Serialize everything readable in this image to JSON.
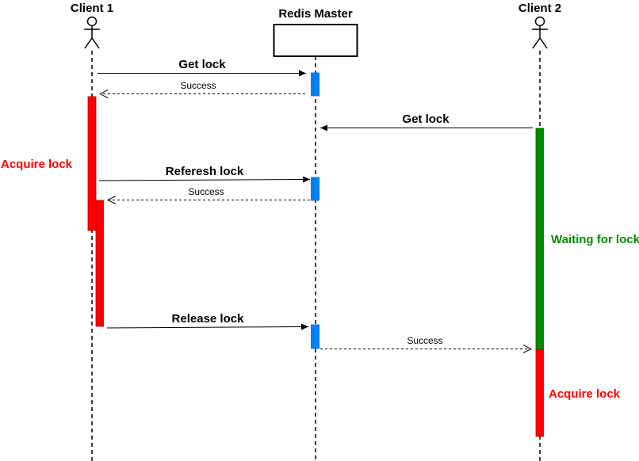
{
  "participants": {
    "client1": "Client 1",
    "master": "Redis Master",
    "client2": "Client 2"
  },
  "messages": {
    "get_lock_1": "Get lock",
    "success_1": "Success",
    "get_lock_2": "Get lock",
    "refresh_lock": "Referesh lock",
    "success_2": "Success",
    "release_lock": "Release lock",
    "success_3": "Success"
  },
  "notes": {
    "acquire_lock_1": "Acquire lock",
    "waiting_for_lock": "Waiting for lock",
    "acquire_lock_2": "Acquire lock"
  },
  "colors": {
    "lock_held": "#ff0000",
    "waiting": "#008a00",
    "master_activation": "#007fff",
    "note_red": "#ff0000",
    "note_green": "#008a00"
  }
}
